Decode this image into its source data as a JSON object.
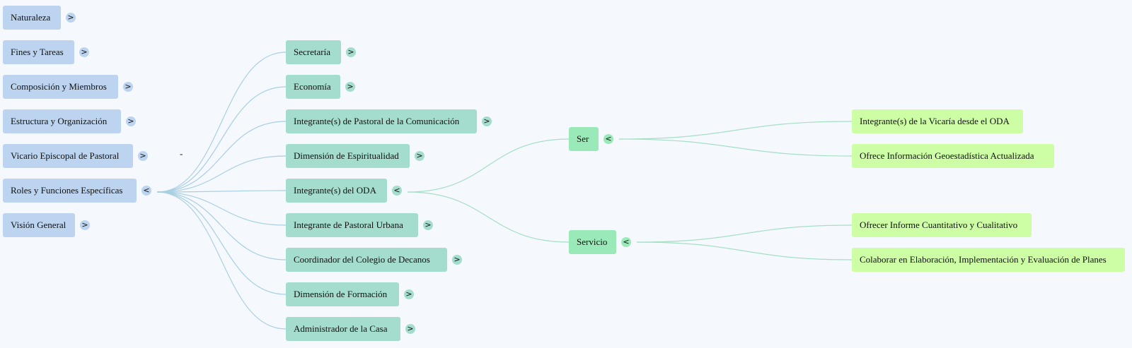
{
  "diagram": {
    "root_label": "-",
    "level0": [
      {
        "label": "Naturaleza",
        "toggle": ">"
      },
      {
        "label": "Fines y Tareas",
        "toggle": ">"
      },
      {
        "label": "Composición y Miembros",
        "toggle": ">"
      },
      {
        "label": "Estructura y Organización",
        "toggle": ">"
      },
      {
        "label": "Vicario Episcopal de Pastoral",
        "toggle": ">"
      },
      {
        "label": "Roles y Funciones Específicas",
        "toggle": "<"
      },
      {
        "label": "Visión General",
        "toggle": ">"
      }
    ],
    "level1": [
      {
        "label": "Secretaría",
        "toggle": ">"
      },
      {
        "label": "Economía",
        "toggle": ">"
      },
      {
        "label": "Integrante(s) de Pastoral de la Comunicación",
        "toggle": ">"
      },
      {
        "label": "Dimensión de Espiritualidad",
        "toggle": ">"
      },
      {
        "label": "Integrante(s) del ODA",
        "toggle": "<"
      },
      {
        "label": "Integrante de Pastoral Urbana",
        "toggle": ">"
      },
      {
        "label": "Coordinador del Colegio de Decanos",
        "toggle": ">"
      },
      {
        "label": "Dimensión de Formación",
        "toggle": ">"
      },
      {
        "label": "Administrador de la Casa",
        "toggle": ">"
      }
    ],
    "level2": [
      {
        "label": "Ser",
        "toggle": "<"
      },
      {
        "label": "Servicio",
        "toggle": "<"
      }
    ],
    "level3": [
      {
        "label": "Integrante(s) de la Vicaría desde el ODA"
      },
      {
        "label": "Ofrece Información Geoestadística Actualizada"
      },
      {
        "label": "Ofrecer Informe Cuantitativo y Cualitativo"
      },
      {
        "label": "Colaborar en Elaboración, Implementación y Evaluación de Planes"
      }
    ],
    "colors": {
      "background": "#f5f8fd",
      "level0": "#bcd4ef",
      "level1": "#a4dccd",
      "level2": "#9ae9b9",
      "level3": "#cdfea6",
      "link_blue": "#a9cfe3",
      "link_green": "#a5dfc4"
    }
  }
}
